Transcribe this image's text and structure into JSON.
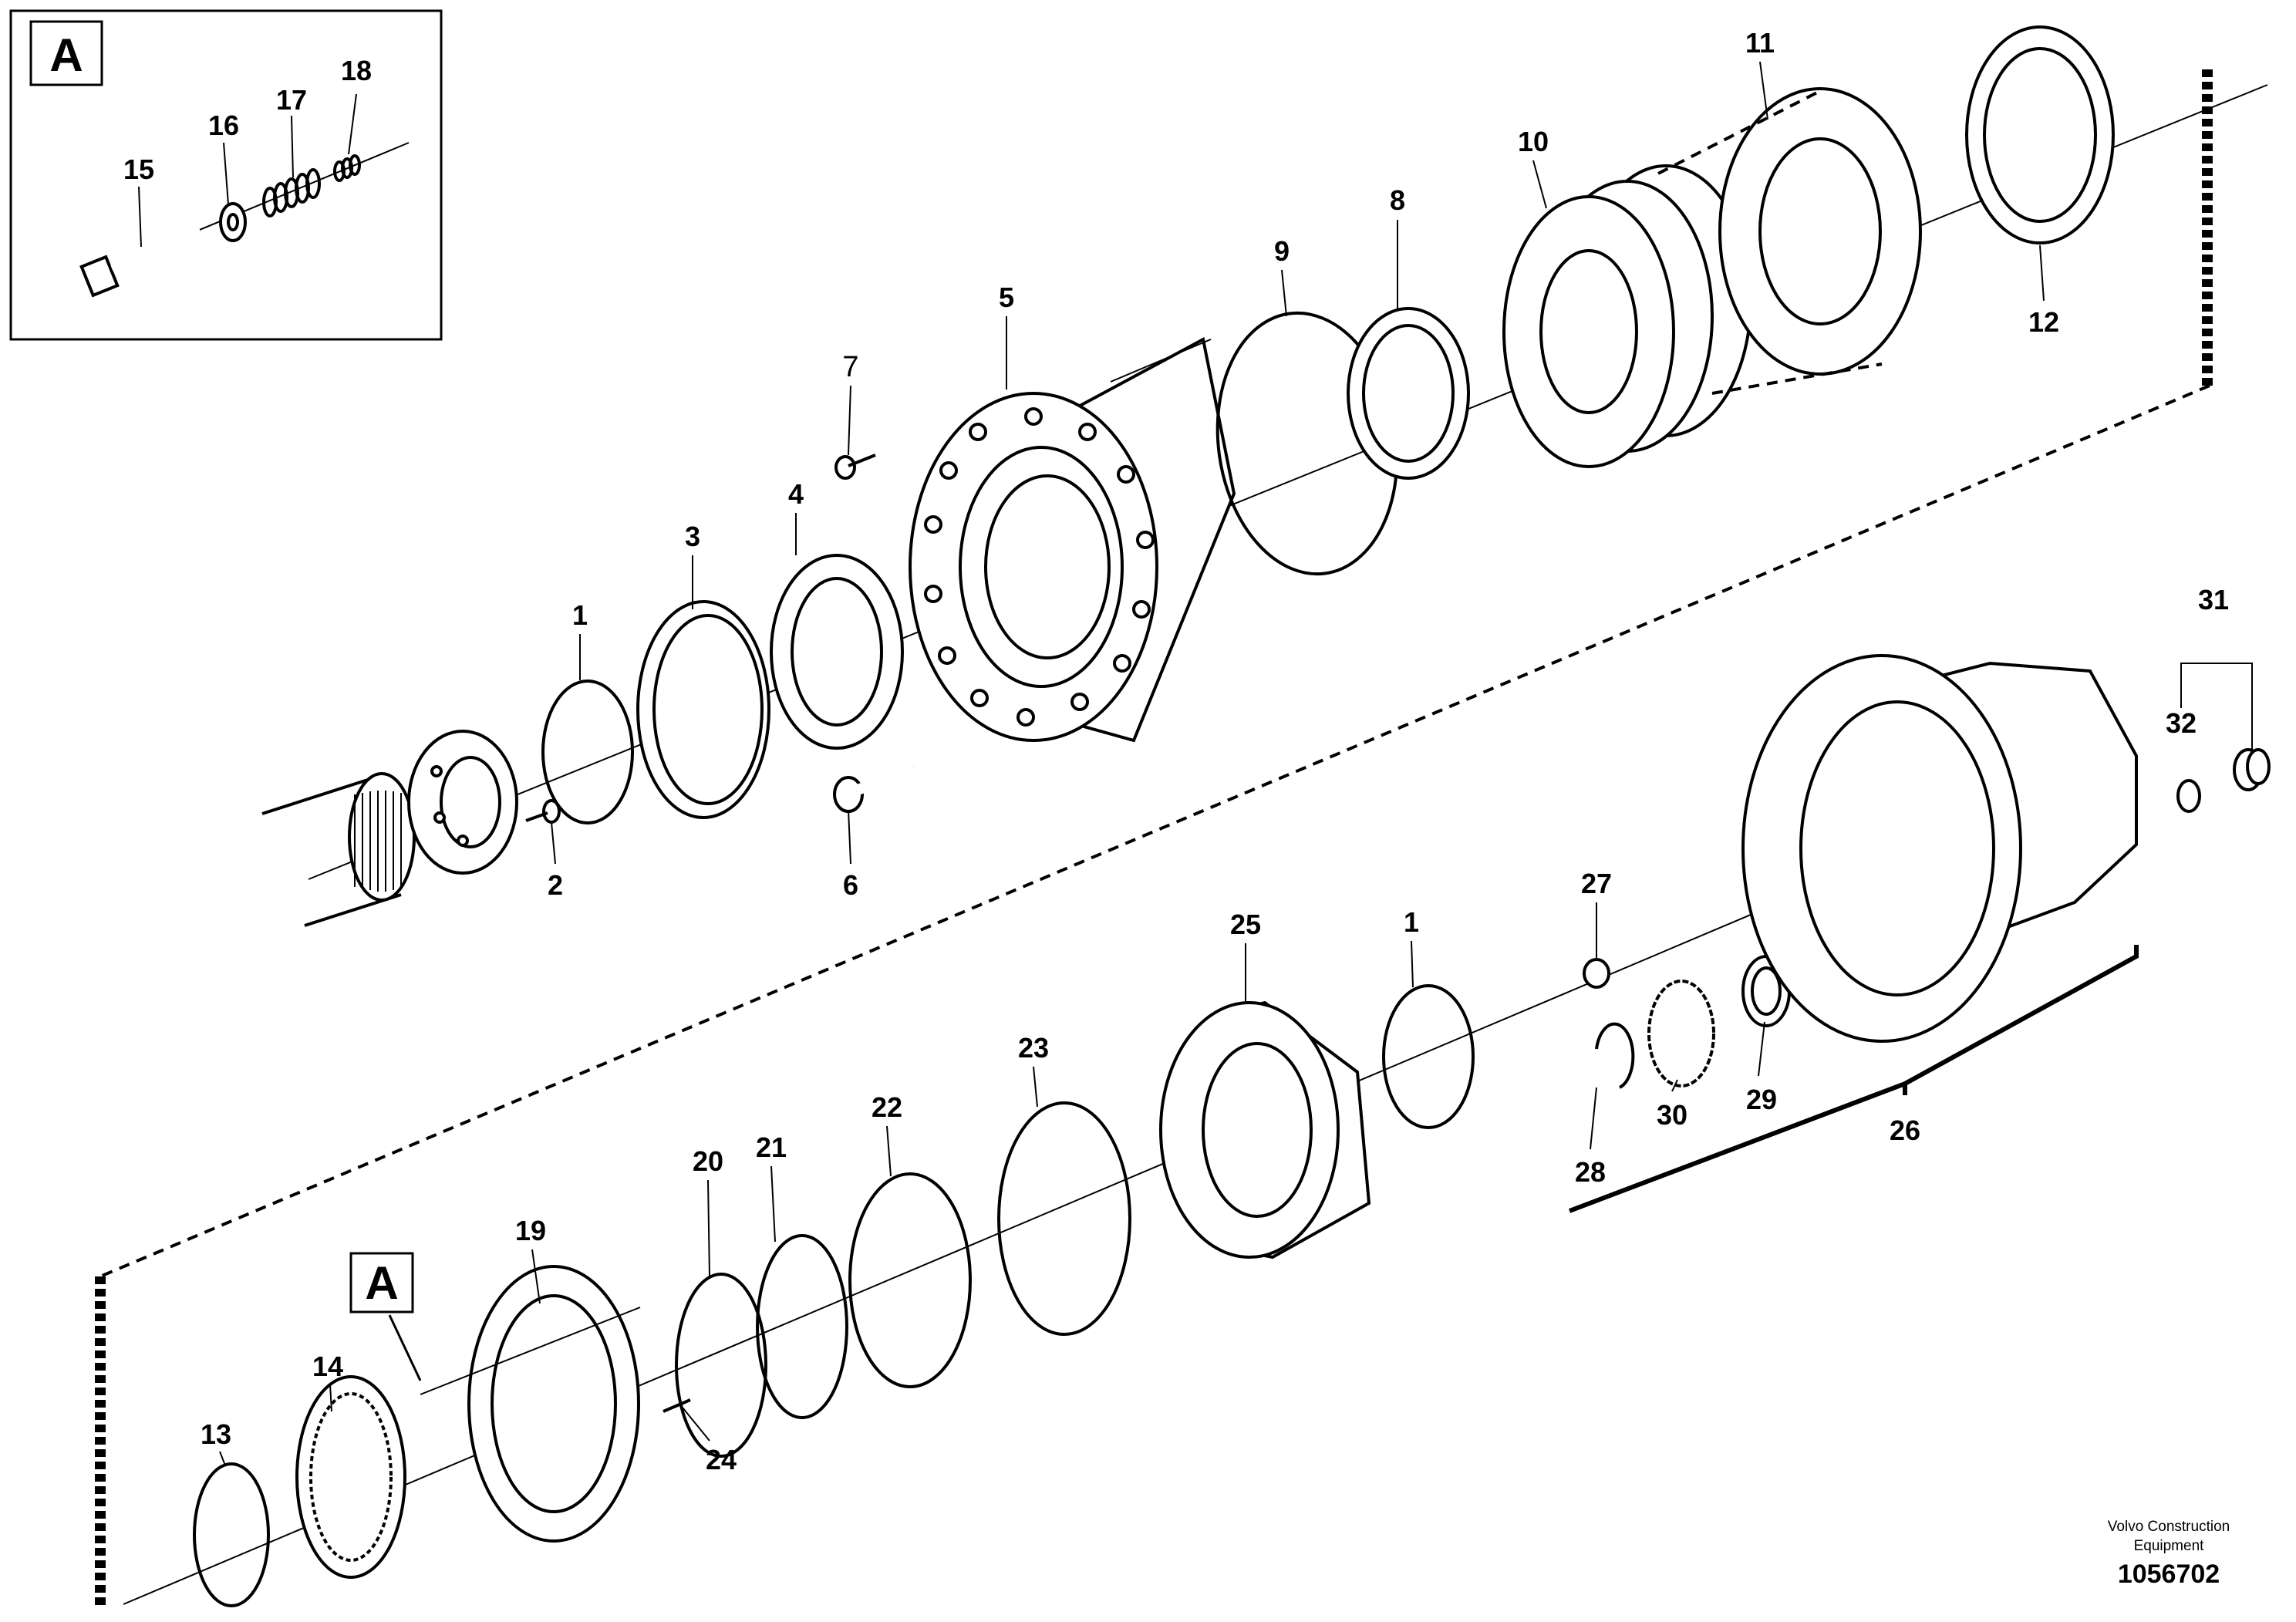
{
  "detail_box": {
    "letter": "A",
    "callout_letter": "A"
  },
  "callouts": {
    "c1a": "1",
    "c2": "2",
    "c3": "3",
    "c4": "4",
    "c5": "5",
    "c6": "6",
    "c7": "7",
    "c8": "8",
    "c9": "9",
    "c10": "10",
    "c11": "11",
    "c12": "12",
    "c13": "13",
    "c14": "14",
    "c15": "15",
    "c16": "16",
    "c17": "17",
    "c18": "18",
    "c19": "19",
    "c20": "20",
    "c21": "21",
    "c22": "22",
    "c23": "23",
    "c24": "24",
    "c25": "25",
    "c26": "26",
    "c27": "27",
    "c28": "28",
    "c29": "29",
    "c30": "30",
    "c31": "31",
    "c32": "32",
    "c1b": "1"
  },
  "footer": {
    "credit_line1": "Volvo Construction",
    "credit_line2": "Equipment",
    "drawing_number": "1056702"
  }
}
